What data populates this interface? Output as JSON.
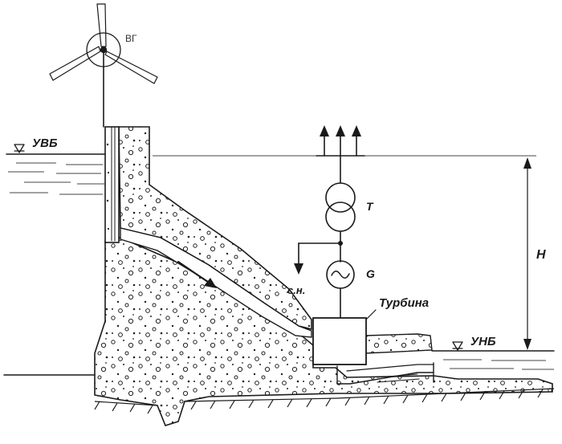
{
  "labels": {
    "wind_generator": "ВГ",
    "upper_level": "УВБ",
    "lower_level": "УНБ",
    "transformer": "T",
    "generator": "G",
    "auxiliary": "с.н.",
    "turbine": "Турбина",
    "head": "H"
  },
  "colors": {
    "ink": "#1a1a1a",
    "paper": "#ffffff"
  },
  "icons": {
    "wind_turbine": "wind-turbine-icon",
    "water_level_marker": "water-level-triangle-icon",
    "transformer": "transformer-icon",
    "generator": "ac-generator-icon",
    "ground": "ground-hatch-icon"
  }
}
